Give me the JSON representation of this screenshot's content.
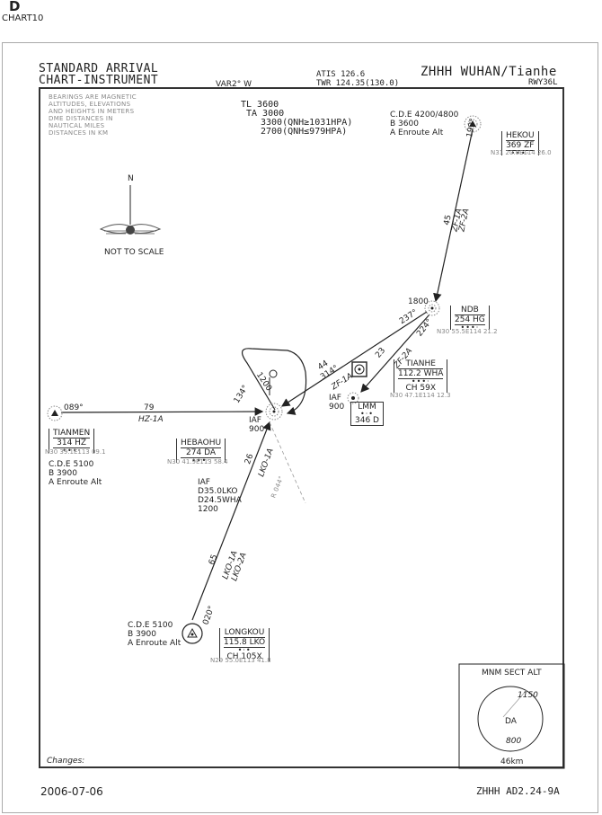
{
  "corner": {
    "letter": "D",
    "chart_no": "CHART10"
  },
  "header": {
    "title_line1": "STANDARD ARRIVAL",
    "title_line2": "CHART-INSTRUMENT",
    "var": "VAR2° W",
    "atis": "ATIS 126.6",
    "twr": "TWR 124.35(130.0)",
    "airport": "ZHHH WUHAN/Tianhe",
    "runway": "RWY36L"
  },
  "notes": [
    "BEARINGS ARE MAGNETIC",
    "ALTITUDES, ELEVATIONS",
    "AND HEIGHTS IN METERS",
    "DME DISTANCES IN",
    "NAUTICAL MILES",
    "DISTANCES IN KM"
  ],
  "transition": {
    "tl": "TL 3600",
    "ta": "TA 3000",
    "alt1": "3300(QNH≥1031HPA)",
    "alt2": "2700(QNH≤979HPA)"
  },
  "compass": {
    "north": "N",
    "not_to_scale": "NOT TO SCALE"
  },
  "hekou": {
    "cde": "C.D.E 4200/4800",
    "b": "B 3600",
    "alt": "A Enroute Alt",
    "name": "HEKOU",
    "code": "369 ZF",
    "coord": "N31 20.0E114 26.0",
    "track": "193°",
    "dist": "45",
    "route1": "ZF-1A",
    "route2": "ZF-2A"
  },
  "ndb": {
    "alt": "1800",
    "name": "NDB",
    "code": "254 HG",
    "coord": "N30 55.5E114 21.2",
    "bearing1": "237°",
    "bearing2": "224°"
  },
  "tianhe": {
    "name": "TIANHE",
    "freq": "112.2 WHA",
    "ch": "CH 59X",
    "coord": "N30 47.1E114 12.3",
    "route": "ZF-2A",
    "dist": "23"
  },
  "lmm": {
    "iaf": "IAF",
    "alt": "900",
    "name": "LMM",
    "code": "346 D"
  },
  "holding": {
    "bearing_in": "314°",
    "dist": "44",
    "route": "ZF-1A",
    "outbound": "134°",
    "alt": "1200",
    "iaf": "IAF",
    "iaf_alt": "900"
  },
  "tianmen": {
    "bearing": "089°",
    "dist": "79",
    "route": "HZ-1A",
    "name": "TIANMEN",
    "code": "314 HZ",
    "coord": "N30 39.1E113 09.1",
    "cde": "C.D.E 5100",
    "b": "B 3900",
    "alt": "A Enroute Alt"
  },
  "hebaohu": {
    "name": "HEBAOHU",
    "code": "274 DA",
    "coord": "N30 41.9E113 58.4"
  },
  "lko_iaf": {
    "iaf": "IAF",
    "d1": "D35.0LKO",
    "d2": "D24.5WHA",
    "alt": "1200",
    "dist": "26",
    "route1": "LKO-1A",
    "radial": "R 044°"
  },
  "longkou": {
    "cde": "C.D.E 5100",
    "b": "B 3900",
    "alt": "A Enroute Alt",
    "name": "LONGKOU",
    "freq": "115.8 LKO",
    "ch": "CH 105X",
    "coord": "N29 55.0E113 41.8",
    "track": "020°",
    "dist": "65",
    "route1": "LKO-1A",
    "route2": "LKO-2A"
  },
  "msa": {
    "title": "MNM SECT ALT",
    "alt1": "1150",
    "alt2": "800",
    "center": "DA",
    "radius": "46km"
  },
  "footer": {
    "changes": "Changes:",
    "date": "2006-07-06",
    "ref": "ZHHH AD2.24-9A"
  }
}
